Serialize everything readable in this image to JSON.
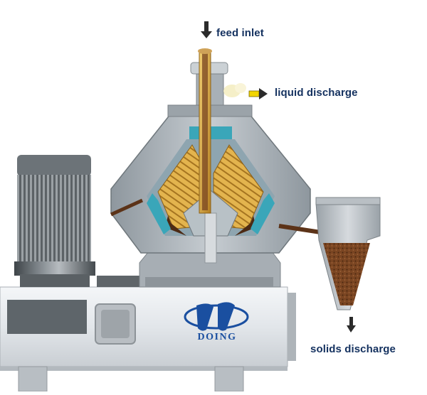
{
  "labels": {
    "feed_inlet": "feed inlet",
    "liquid_discharge": "liquid discharge",
    "solids_discharge": "solids discharge"
  },
  "logo": {
    "text": "DOING",
    "color": "#1a4fa0"
  },
  "colors": {
    "label_text": "#14315f",
    "arrow_dark": "#2b2b2b",
    "arrow_liquid": "#f2d500",
    "bowl_gold": "#d9a63a",
    "solids_brown": "#6b3c1c",
    "machine_grey": "#9aa3aa",
    "motor_dark": "#4f5559",
    "teal_parts": "#3aa6b9"
  },
  "icons": {
    "feed": "arrow-down-icon",
    "liquid": "arrow-right-icon",
    "solids": "arrow-down-icon"
  }
}
